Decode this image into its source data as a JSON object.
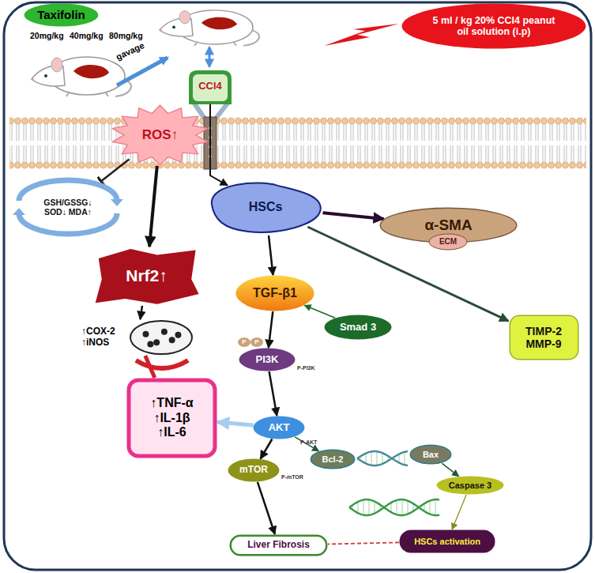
{
  "diagram": {
    "nodes": [
      {
        "text": [
          "Taxifolin"
        ]
      },
      {
        "text": [
          "5 ml / kg 20% CCl4 peanut oil solution (i.p)"
        ]
      },
      {
        "text": [
          "CCl4"
        ]
      },
      {
        "text": [
          "ROS↑"
        ]
      },
      {
        "text": [
          "HSCs"
        ]
      },
      {
        "text": [
          "α-SMA"
        ]
      },
      {
        "text": [
          "ECM"
        ],
        "in": 5
      },
      {
        "text": [
          "GSH/GSSG↓ SOD↓ MDA↑"
        ]
      },
      {
        "text": [
          "Nrf2↑"
        ]
      },
      {
        "text": [
          "TIMP-2 MMP-9"
        ]
      },
      {
        "text": [
          "TGF-β1"
        ]
      },
      {
        "text": [
          "Smad 3"
        ]
      },
      {
        "text": [
          "↑COX-2 ↑iNOS"
        ]
      },
      {
        "text": [
          "PI3K"
        ]
      },
      {
        "text": [
          "↑TNF-α ↑IL-1β ↑IL-6"
        ]
      },
      {
        "text": [
          "AKT"
        ]
      },
      {
        "text": [
          "Bcl-2"
        ]
      },
      {
        "text": [
          "Bax"
        ]
      },
      {
        "text": [
          "mTOR"
        ]
      },
      {
        "text": [
          "Caspase 3"
        ]
      },
      {
        "text": [
          "HSCs activation"
        ]
      },
      {
        "text": [
          "Liver Fibrosis"
        ]
      }
    ],
    "edges": [
      {
        "from": 2,
        "to": 4,
        "arrow": "to"
      },
      {
        "from": 3,
        "to": 7,
        "arrow": "to"
      },
      {
        "from": 3,
        "to": 8,
        "arrow": "to"
      },
      {
        "from": 4,
        "to": 5,
        "arrow": "to"
      },
      {
        "from": 4,
        "to": 9,
        "arrow": "to"
      },
      {
        "from": 4,
        "to": 10,
        "arrow": "to"
      },
      {
        "from": 11,
        "to": 10,
        "arrow": "to"
      },
      {
        "from": 8,
        "to": 12,
        "arrow": "to"
      },
      {
        "from": 14,
        "to": 12,
        "arrow": "none"
      },
      {
        "from": 10,
        "to": 13,
        "arrow": "to"
      },
      {
        "from": 13,
        "to": 15,
        "arrow": "to"
      },
      {
        "from": 15,
        "to": 18,
        "arrow": "to"
      },
      {
        "from": 15,
        "to": 16,
        "arrow": "to"
      },
      {
        "from": 15,
        "to": 14,
        "arrow": "to"
      },
      {
        "from": 17,
        "to": 19,
        "arrow": "to"
      },
      {
        "from": 19,
        "to": 20,
        "arrow": "to"
      },
      {
        "from": 18,
        "to": 21,
        "arrow": "to"
      },
      {
        "from": 20,
        "to": 21,
        "arrow": "none"
      }
    ],
    "labels": [
      "20mg/kg",
      "40mg/kg",
      "80mg/kg",
      "gavage",
      "P",
      "P",
      "P-PI3K",
      "P-AKT",
      "P-mTOR"
    ]
  }
}
